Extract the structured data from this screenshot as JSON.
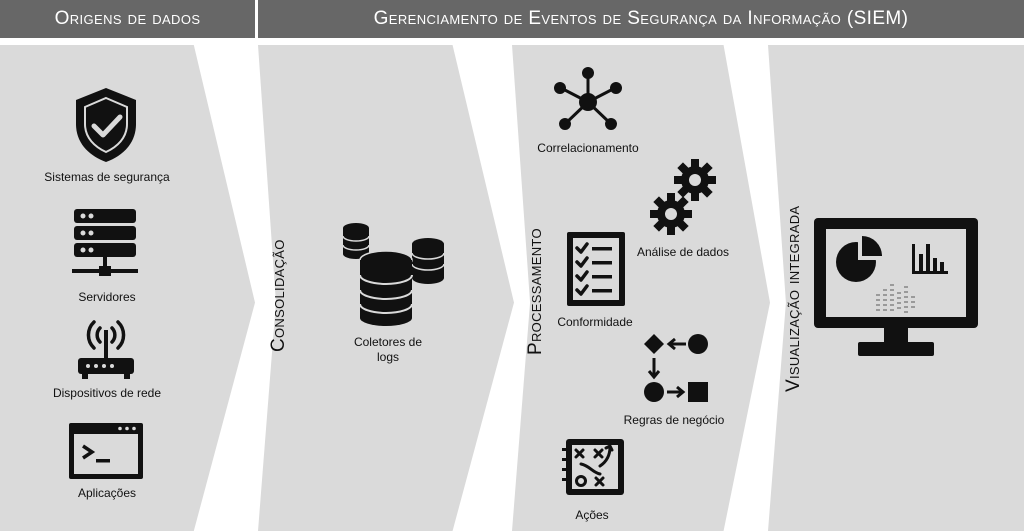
{
  "headers": {
    "origins": "Origens de dados",
    "siem": "Gerenciamento de Eventos de Segurança da Informação (SIEM)"
  },
  "sources": {
    "security": "Sistemas de segurança",
    "servers": "Servidores",
    "network": "Dispositivos de rede",
    "apps": "Aplicações"
  },
  "consolidation": {
    "title": "Consolidação",
    "collectors_line1": "Coletores de",
    "collectors_line2": "logs"
  },
  "processing": {
    "title": "Processamento",
    "correlation": "Correlacionamento",
    "analysis": "Análise de dados",
    "compliance": "Conformidade",
    "rules": "Regras de negócio",
    "actions": "Ações"
  },
  "visualization": {
    "title": "Visualização integrada"
  }
}
